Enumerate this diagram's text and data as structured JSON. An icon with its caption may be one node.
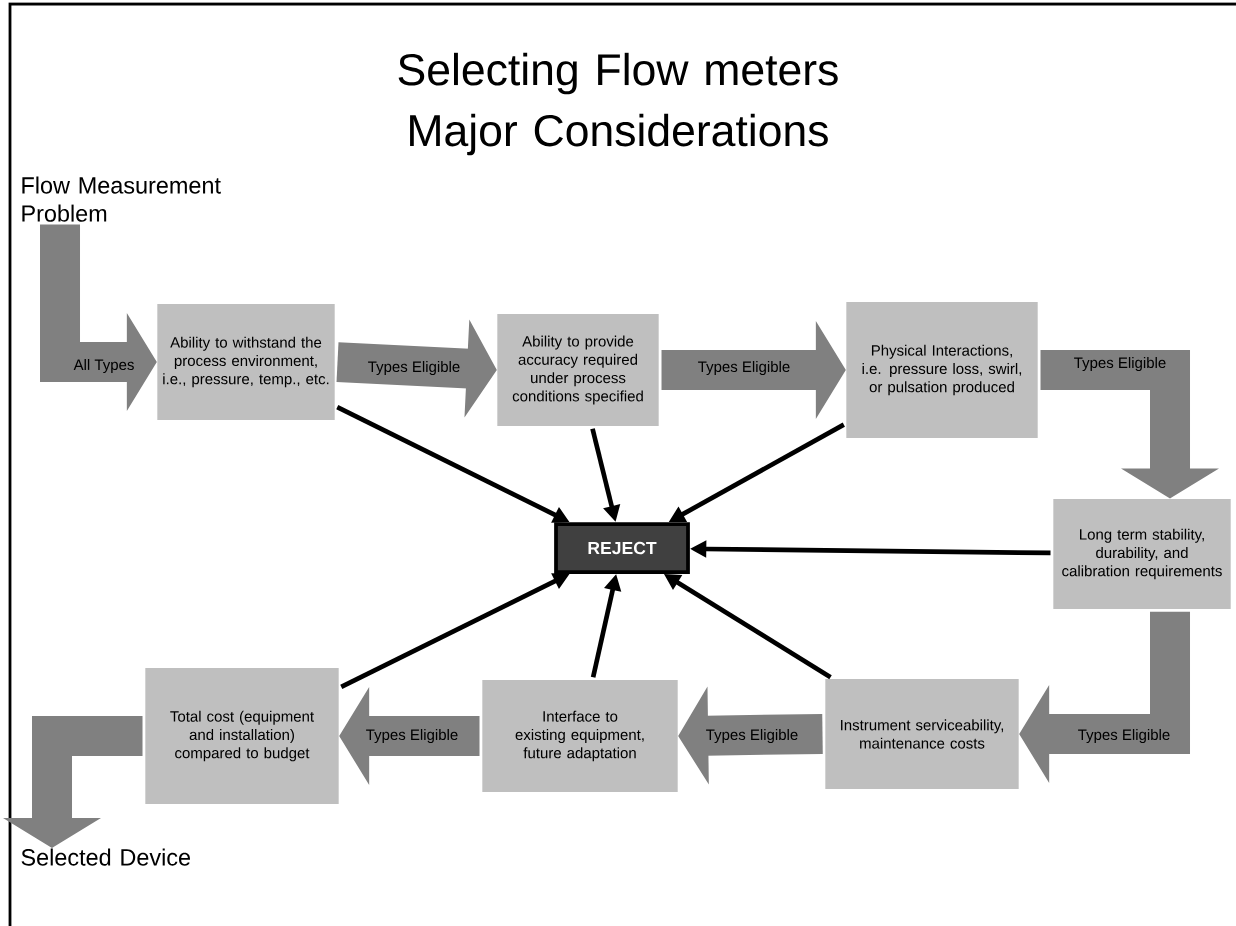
{
  "diagram": {
    "title": "Selecting Flow meters Major Considerations",
    "nodes": [
      {
        "text": [
          "Flow Measurement Problem"
        ]
      },
      {
        "text": [
          "Ability to withstand the process environment, i.e., pressure, temp., etc."
        ]
      },
      {
        "text": [
          "Ability to provide accuracy required under process conditions specified"
        ]
      },
      {
        "text": [
          "Physical Interactions, i.e. pressure loss, swirl, or pulsation produced"
        ]
      },
      {
        "text": [
          "Long term stability, durability, and calibration requirements"
        ]
      },
      {
        "text": [
          "Instrument serviceability, maintenance costs"
        ]
      },
      {
        "text": [
          "Interface to existing equipment, future adaptation"
        ]
      },
      {
        "text": [
          "Total cost (equipment and installation) compared to budget"
        ]
      },
      {
        "text": [
          "REJECT"
        ]
      },
      {
        "text": [
          "Selected Device"
        ]
      }
    ],
    "edges": [
      {
        "from": 0,
        "to": 1,
        "arrow": "to",
        "label": "All Types"
      },
      {
        "from": 1,
        "to": 2,
        "arrow": "to",
        "label": "Types Eligible"
      },
      {
        "from": 2,
        "to": 3,
        "arrow": "to",
        "label": "Types Eligible"
      },
      {
        "from": 3,
        "to": 4,
        "arrow": "to",
        "label": "Types Eligible"
      },
      {
        "from": 4,
        "to": 5,
        "arrow": "to",
        "label": "Types Eligible"
      },
      {
        "from": 5,
        "to": 6,
        "arrow": "to",
        "label": "Types Eligible"
      },
      {
        "from": 6,
        "to": 7,
        "arrow": "to",
        "label": "Types Eligible"
      },
      {
        "from": 7,
        "to": 9,
        "arrow": "to"
      },
      {
        "from": 1,
        "to": 8,
        "arrow": "to",
        "color": "#000000"
      },
      {
        "from": 2,
        "to": 8,
        "arrow": "to",
        "color": "#000000"
      },
      {
        "from": 3,
        "to": 8,
        "arrow": "to",
        "color": "#000000"
      },
      {
        "from": 4,
        "to": 8,
        "arrow": "to",
        "color": "#000000"
      },
      {
        "from": 5,
        "to": 8,
        "arrow": "to",
        "color": "#000000"
      },
      {
        "from": 6,
        "to": 8,
        "arrow": "to",
        "color": "#000000"
      },
      {
        "from": 7,
        "to": 8,
        "arrow": "to",
        "color": "#000000"
      }
    ]
  }
}
